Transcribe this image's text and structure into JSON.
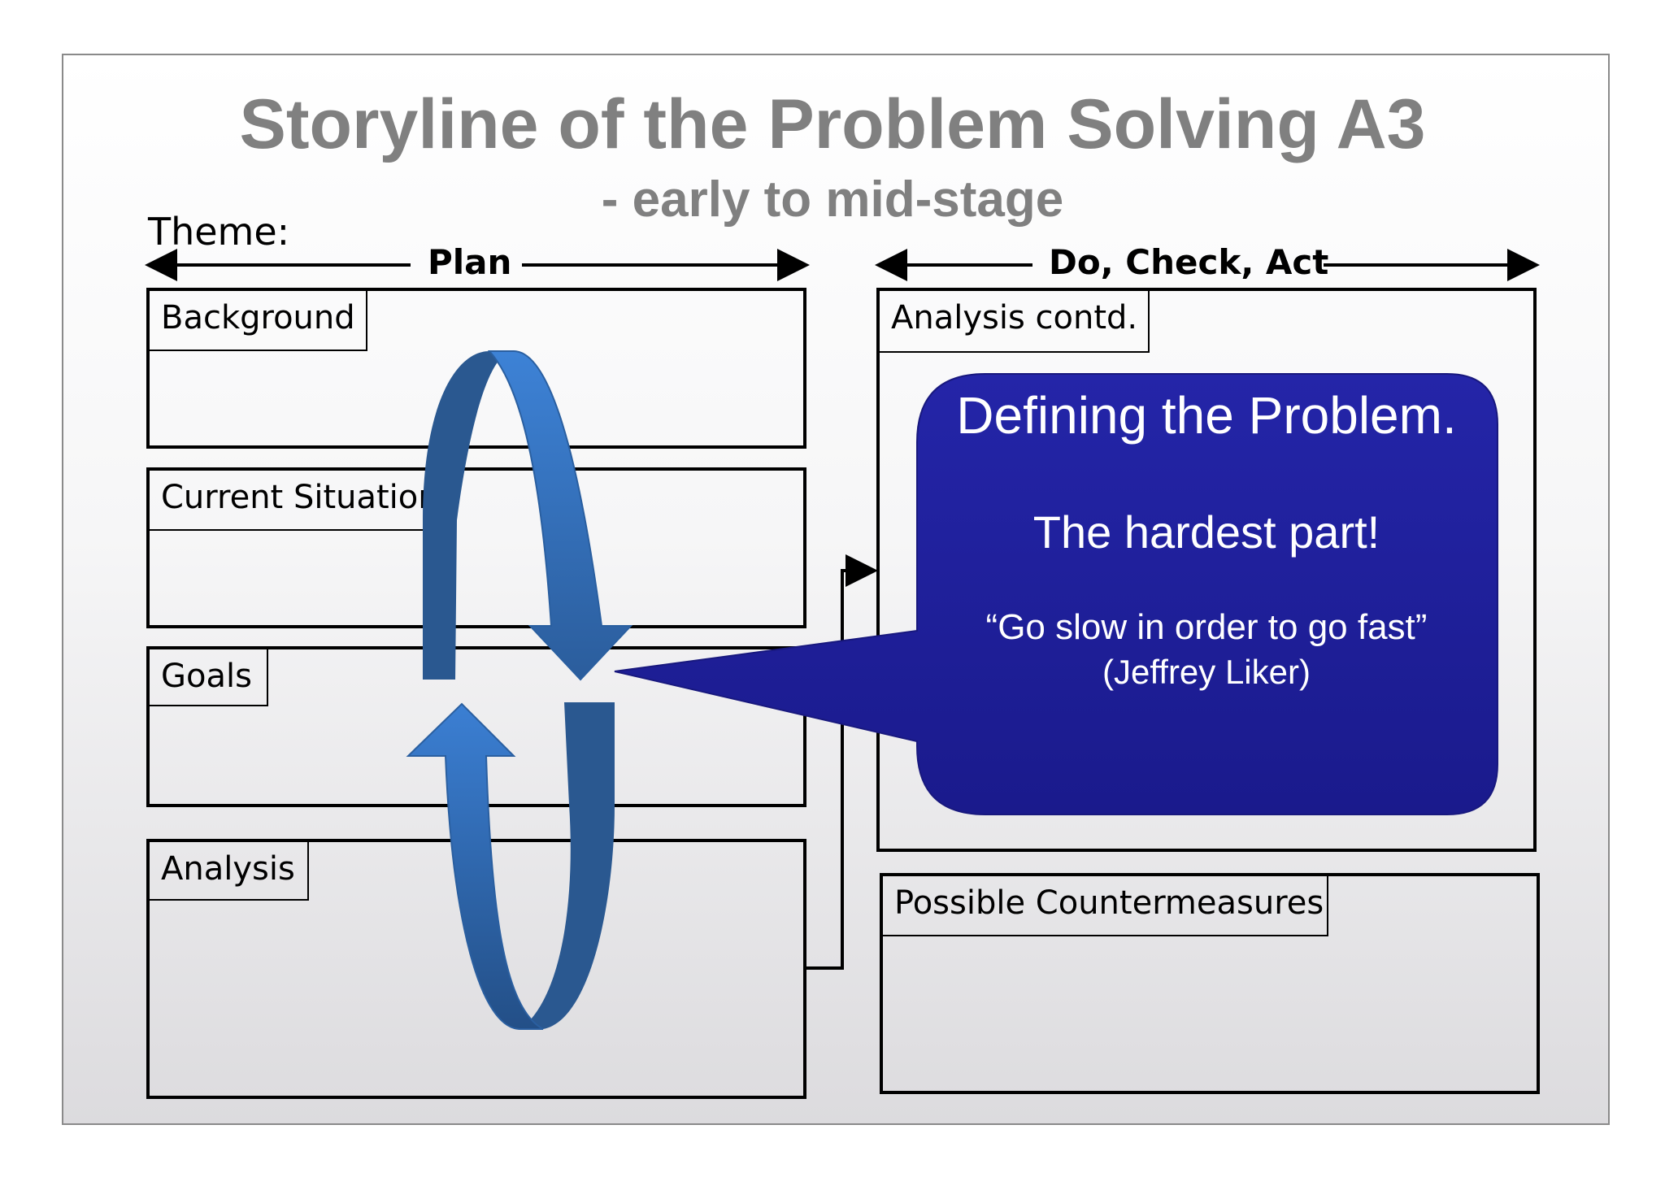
{
  "title": "Storyline of the Problem Solving A3",
  "subtitle": "- early to mid-stage",
  "theme_label": "Theme:",
  "sections": {
    "plan": "Plan",
    "do_check_act": "Do, Check, Act"
  },
  "left_boxes": {
    "background": "Background",
    "current_situation": "Current Situation",
    "goals": "Goals",
    "analysis": "Analysis"
  },
  "right_boxes": {
    "analysis_contd": "Analysis contd.",
    "possible_countermeasures": "Possible Countermeasures"
  },
  "callout": {
    "title": "Defining the Problem.",
    "subtitle": "The hardest part!",
    "quote": "“Go slow in order to go fast”",
    "author": "(Jeffrey Liker)"
  },
  "colors": {
    "title_gray": "#808080",
    "callout_top": "#2425a8",
    "callout_bottom": "#1a1a8c",
    "cycle_arrow_light": "#3d7fd1",
    "cycle_arrow_dark": "#254f86"
  }
}
